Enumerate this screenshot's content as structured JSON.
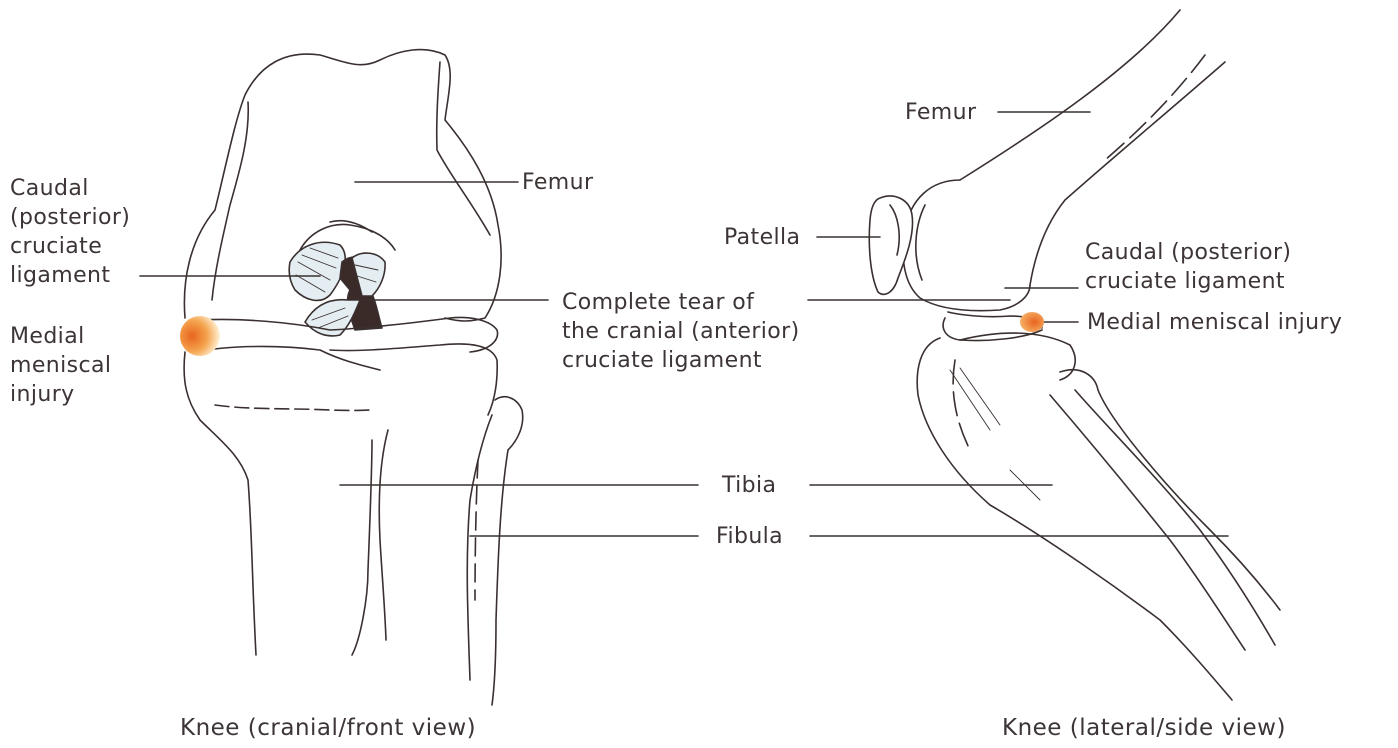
{
  "front_view": {
    "caption": "Knee (cranial/front view)",
    "labels": {
      "femur": "Femur",
      "caudal_ligament": [
        "Caudal",
        "(posterior)",
        "cruciate",
        "ligament"
      ],
      "medial_meniscal": [
        "Medial",
        "meniscal",
        "injury"
      ],
      "complete_tear": [
        "Complete tear of",
        "the cranial (anterior)",
        "cruciate ligament"
      ],
      "tibia": "Tibia",
      "fibula": "Fibula"
    }
  },
  "side_view": {
    "caption": "Knee (lateral/side view)",
    "labels": {
      "femur": "Femur",
      "patella": "Patella",
      "caudal_ligament": [
        "Caudal (posterior)",
        "cruciate ligament"
      ],
      "medial_meniscal": "Medial meniscal injury"
    }
  },
  "colors": {
    "line": "#3a3030",
    "injury": "#e8641e",
    "ligament_fill": "#e4edf2",
    "tear_fill": "#3a2a28"
  }
}
